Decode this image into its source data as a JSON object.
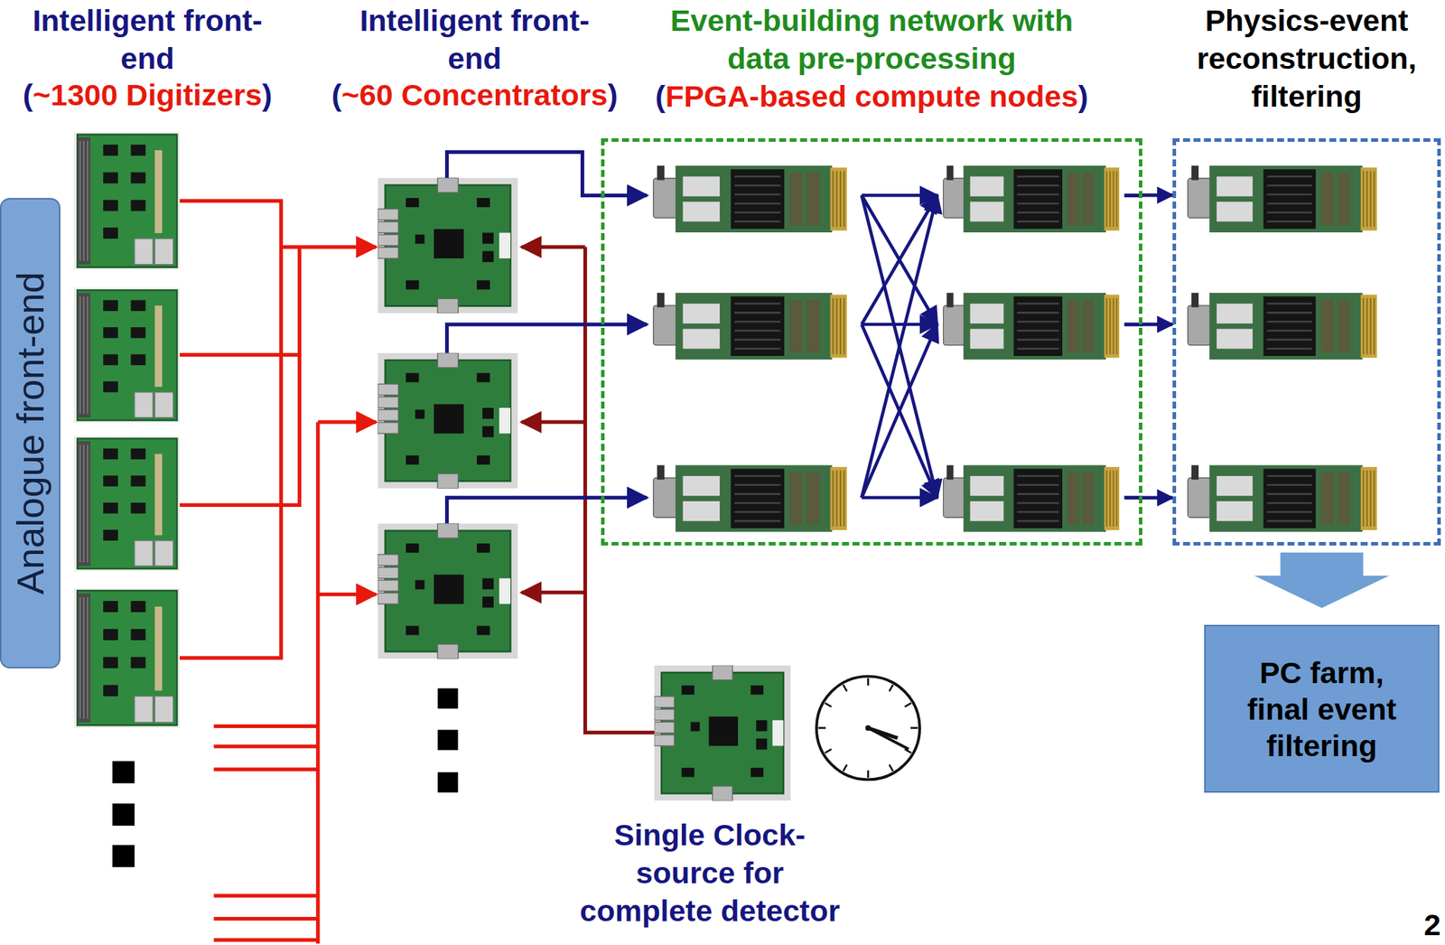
{
  "diagram": {
    "nodes": [
      {
        "text": [
          "Analogue front-end"
        ]
      },
      {
        "text": [
          "Event-building network with data pre-processing",
          "(FPGA-based compute nodes)"
        ]
      },
      {
        "text": [
          "Physics-event reconstruction, filtering"
        ]
      },
      {
        "text": [
          "PC farm, final event filtering"
        ]
      },
      {
        "text": [
          "Single Clock-source for complete detector"
        ]
      }
    ],
    "edges": [
      {
        "from": 1,
        "to": 2,
        "arrow": "to"
      },
      {
        "from": 1,
        "to": 2,
        "arrow": "to"
      },
      {
        "from": 1,
        "to": 2,
        "arrow": "to"
      },
      {
        "from": 2,
        "to": 3,
        "arrow": "to"
      }
    ],
    "labels": [
      "Intelligent front-end",
      "(~1300 Digitizers)",
      "Intelligent front-end",
      "(~60 Concentrators)",
      "2"
    ]
  }
}
